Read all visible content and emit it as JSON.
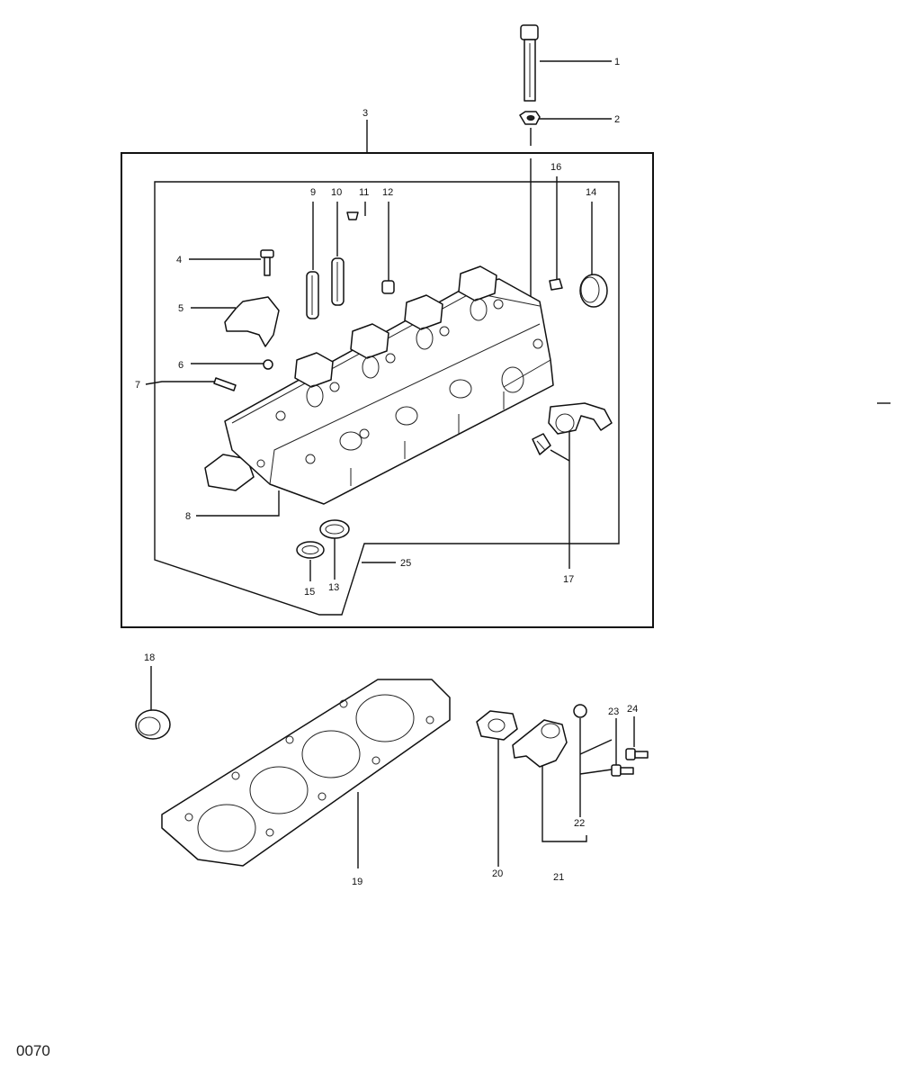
{
  "callouts": [
    {
      "id": "c1",
      "label": "1"
    },
    {
      "id": "c2",
      "label": "2"
    },
    {
      "id": "c3",
      "label": "3"
    },
    {
      "id": "c4",
      "label": "4"
    },
    {
      "id": "c5",
      "label": "5"
    },
    {
      "id": "c6",
      "label": "6"
    },
    {
      "id": "c7",
      "label": "7"
    },
    {
      "id": "c8",
      "label": "8"
    },
    {
      "id": "c9",
      "label": "9"
    },
    {
      "id": "c10",
      "label": "10"
    },
    {
      "id": "c11",
      "label": "11"
    },
    {
      "id": "c12",
      "label": "12"
    },
    {
      "id": "c13",
      "label": "13"
    },
    {
      "id": "c14",
      "label": "14"
    },
    {
      "id": "c15",
      "label": "15"
    },
    {
      "id": "c16",
      "label": "16"
    },
    {
      "id": "c17",
      "label": "17"
    },
    {
      "id": "c18",
      "label": "18"
    },
    {
      "id": "c19",
      "label": "19"
    },
    {
      "id": "c20",
      "label": "20"
    },
    {
      "id": "c21",
      "label": "21"
    },
    {
      "id": "c22",
      "label": "22"
    },
    {
      "id": "c23",
      "label": "23"
    },
    {
      "id": "c24",
      "label": "24"
    },
    {
      "id": "c25",
      "label": "25"
    }
  ],
  "page_code": "0070"
}
